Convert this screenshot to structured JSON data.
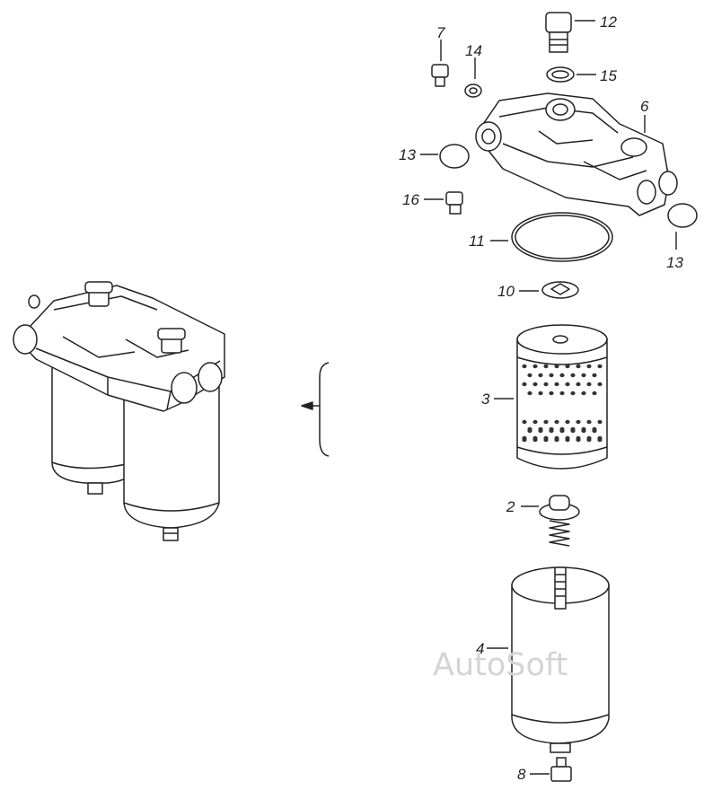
{
  "callouts": [
    {
      "id": "c12",
      "text": "12"
    },
    {
      "id": "c7",
      "text": "7"
    },
    {
      "id": "c14",
      "text": "14"
    },
    {
      "id": "c15",
      "text": "15"
    },
    {
      "id": "c6",
      "text": "6"
    },
    {
      "id": "c13a",
      "text": "13"
    },
    {
      "id": "c16",
      "text": "16"
    },
    {
      "id": "c13b",
      "text": "13"
    },
    {
      "id": "c11",
      "text": "11"
    },
    {
      "id": "c10",
      "text": "10"
    },
    {
      "id": "c3",
      "text": "3"
    },
    {
      "id": "c2",
      "text": "2"
    },
    {
      "id": "c4",
      "text": "4"
    },
    {
      "id": "c8",
      "text": "8"
    }
  ],
  "watermark": "AutoSoft",
  "colors": {
    "ink": "#222222",
    "watermark": "#d4d4d4",
    "background": "#ffffff"
  }
}
